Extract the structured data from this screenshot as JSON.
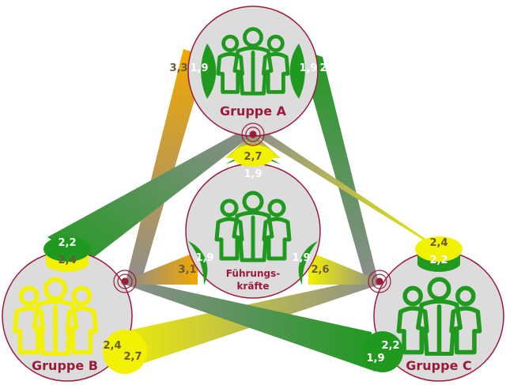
{
  "colors": {
    "green": "#1f9a1f",
    "yellow": "#f2f200",
    "orange": "#f2a800",
    "gray": "#8e8e8e",
    "maroon": "#9b1c3a",
    "circle_fill": "#dcdcdc",
    "white_text": "#ffffff",
    "dark_text": "#6b5a3a"
  },
  "groups": {
    "a": {
      "label": "Gruppe A",
      "icon": "people-group-icon"
    },
    "b": {
      "label": "Gruppe B",
      "icon": "people-group-icon"
    },
    "c": {
      "label": "Gruppe C",
      "icon": "people-group-icon"
    },
    "f": {
      "label_line1": "Führungs-",
      "label_line2": "kräfte",
      "icon": "people-group-icon"
    }
  },
  "values": {
    "a_b_near_a": "3,3",
    "a_b_self_a": "1,9",
    "a_c_self_a": "1,9",
    "a_c_near_a": "2,0",
    "a_f_near_a": "2,7",
    "a_f_near_f": "1,9",
    "b_a_near_b": "2,2",
    "b_a_near_b_inner": "2,4",
    "b_f_near_f": "3,1",
    "b_f_self_f": "1,9",
    "b_c_near_b": "2,4",
    "b_c_near_b_outer": "2,7",
    "c_a_near_c": "2,4",
    "c_a_near_c_inner": "2,2",
    "c_f_self_f": "1,9",
    "c_f_near_f": "2,6",
    "c_b_near_c": "2,2",
    "c_b_near_c_outer": "1,9"
  }
}
